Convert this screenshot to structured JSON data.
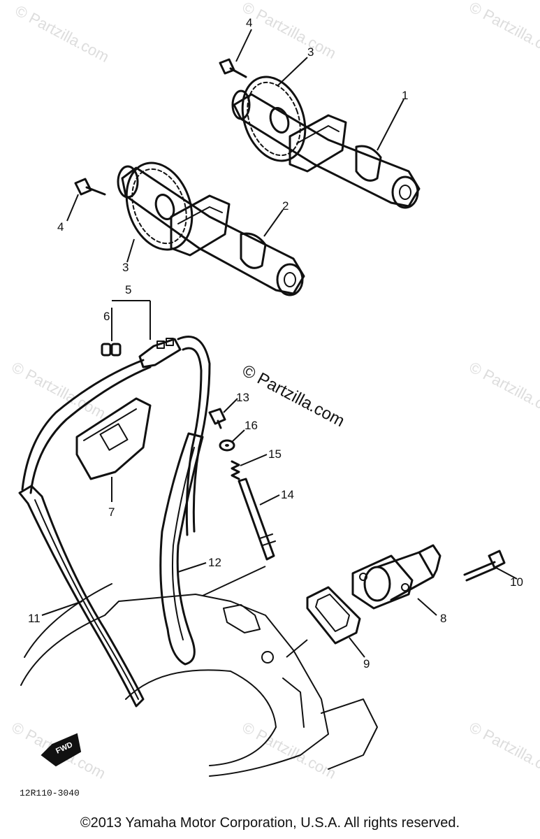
{
  "watermark_text": "© Partzilla.com",
  "center_watermark_text": "© Partzilla.com",
  "diagram_code": "12R110-3040",
  "fwd_label": "FWD",
  "copyright": "©2013  Yamaha Motor Corporation, U.S.A. All rights reserved.",
  "callouts": {
    "c1": "1",
    "c2": "2",
    "c3a": "3",
    "c3b": "3",
    "c4a": "4",
    "c4b": "4",
    "c5": "5",
    "c6": "6",
    "c7": "7",
    "c8": "8",
    "c9": "9",
    "c10": "10",
    "c11": "11",
    "c12": "12",
    "c13": "13",
    "c14": "14",
    "c15": "15",
    "c16": "16"
  }
}
